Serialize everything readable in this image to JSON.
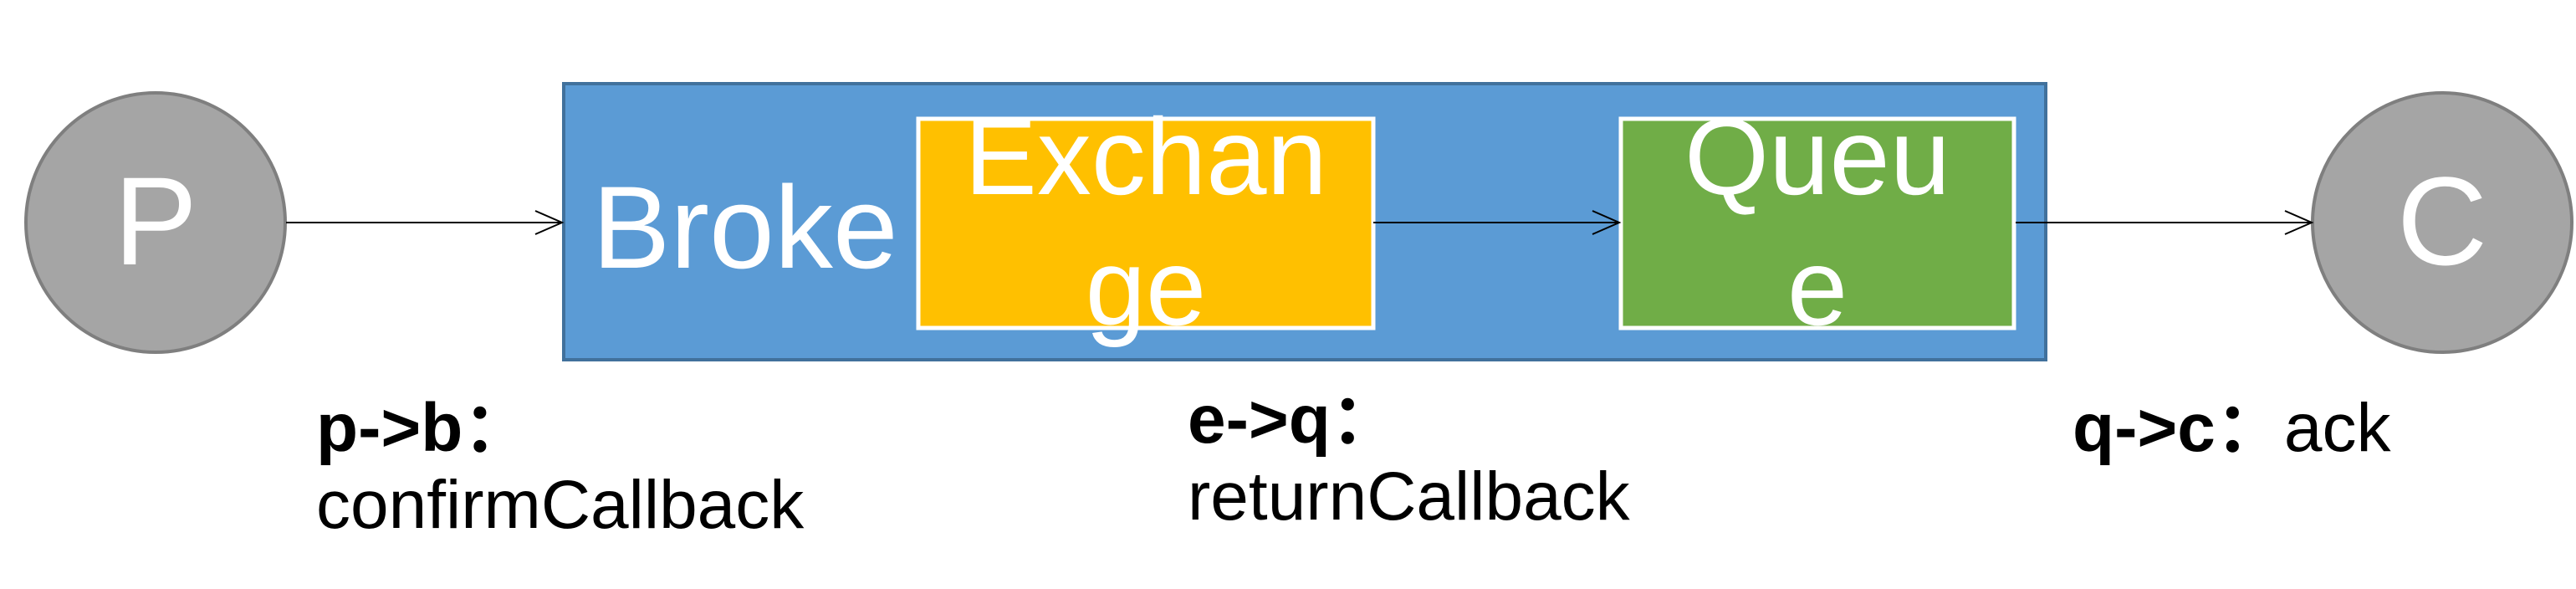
{
  "nodes": {
    "producer": {
      "label": "P",
      "fill": "#a5a5a5",
      "stroke": "#7f7f7f"
    },
    "broker": {
      "label": "Broke",
      "fill": "#5b9bd5",
      "stroke": "#41719c"
    },
    "exchange": {
      "label_line1": "Exchan",
      "label_line2": "ge",
      "fill": "#ffc000",
      "stroke": "#ffffff"
    },
    "queue": {
      "label_line1": "Queu",
      "label_line2": "e",
      "fill": "#70ad47",
      "stroke": "#ffffff"
    },
    "consumer": {
      "label": "C",
      "fill": "#a5a5a5",
      "stroke": "#7f7f7f"
    }
  },
  "captions": {
    "p_to_b": {
      "key": "p->b：",
      "value": "confirmCallback"
    },
    "e_to_q": {
      "key": "e->q：",
      "value": "returnCallback"
    },
    "q_to_c": {
      "key": "q->c：",
      "value": "ack"
    }
  }
}
